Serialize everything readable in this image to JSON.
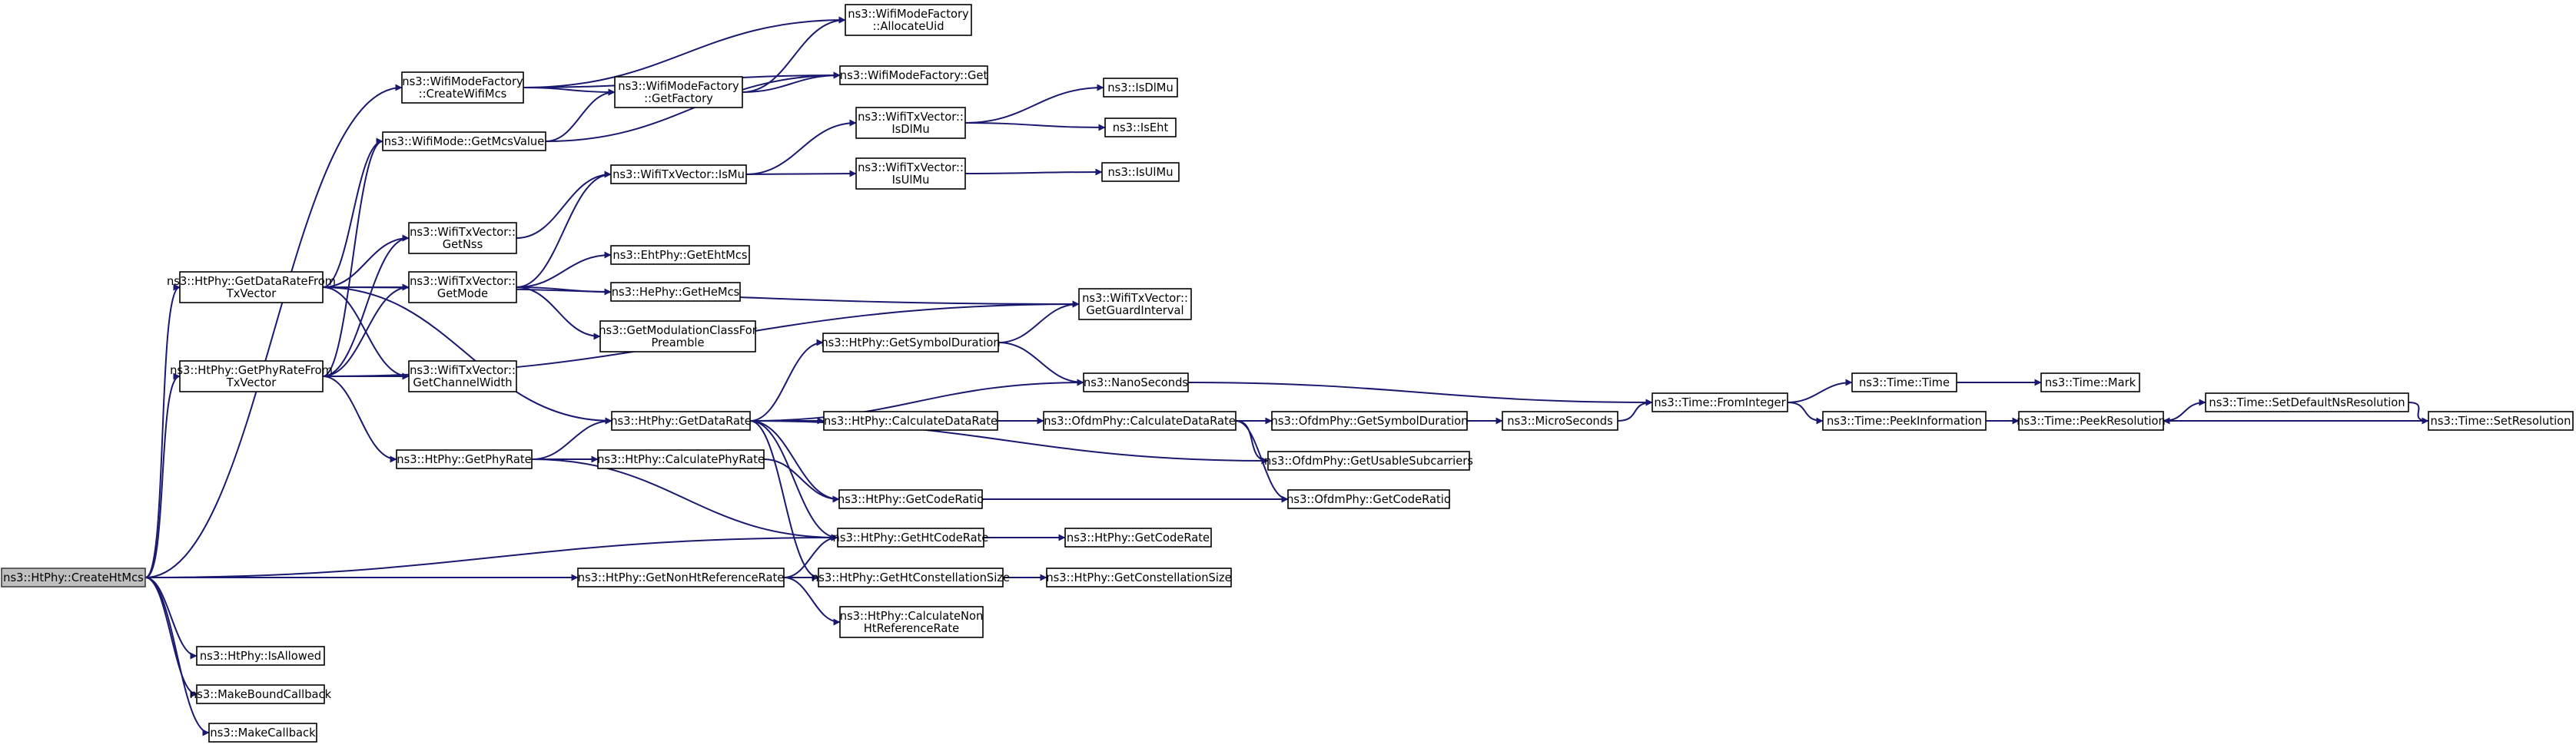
{
  "graph": {
    "title": "",
    "root_id": "createHtMcs",
    "colors": {
      "edge": "#191970",
      "root_fill": "#bfbfbf",
      "node_fill": "#ffffff",
      "node_border": "#000000"
    },
    "nodes": [
      {
        "id": "createHtMcs",
        "lines": [
          "ns3::HtPhy::CreateHtMcs"
        ]
      },
      {
        "id": "getDataRateFromTxVector",
        "lines": [
          "ns3::HtPhy::GetDataRateFrom",
          "TxVector"
        ]
      },
      {
        "id": "getPhyRateFromTxVector",
        "lines": [
          "ns3::HtPhy::GetPhyRateFrom",
          "TxVector"
        ]
      },
      {
        "id": "isAllowed",
        "lines": [
          "ns3::HtPhy::IsAllowed"
        ]
      },
      {
        "id": "makeBoundCallback",
        "lines": [
          "ns3::MakeBoundCallback"
        ]
      },
      {
        "id": "makeCallback",
        "lines": [
          "ns3::MakeCallback"
        ]
      },
      {
        "id": "createWifiMcs",
        "lines": [
          "ns3::WifiModeFactory",
          "::CreateWifiMcs"
        ]
      },
      {
        "id": "getMcsValue",
        "lines": [
          "ns3::WifiMode::GetMcsValue"
        ]
      },
      {
        "id": "getNss",
        "lines": [
          "ns3::WifiTxVector::",
          "GetNss"
        ]
      },
      {
        "id": "getMode",
        "lines": [
          "ns3::WifiTxVector::",
          "GetMode"
        ]
      },
      {
        "id": "getChannelWidth",
        "lines": [
          "ns3::WifiTxVector::",
          "GetChannelWidth"
        ]
      },
      {
        "id": "getPhyRate",
        "lines": [
          "ns3::HtPhy::GetPhyRate"
        ]
      },
      {
        "id": "allocateUid",
        "lines": [
          "ns3::WifiModeFactory",
          "::AllocateUid"
        ]
      },
      {
        "id": "factoryGet",
        "lines": [
          "ns3::WifiModeFactory::Get"
        ]
      },
      {
        "id": "getFactory",
        "lines": [
          "ns3::WifiModeFactory",
          "::GetFactory"
        ]
      },
      {
        "id": "isMu",
        "lines": [
          "ns3::WifiTxVector::IsMu"
        ]
      },
      {
        "id": "ehtGetEhtMcs",
        "lines": [
          "ns3::EhtPhy::GetEhtMcs"
        ]
      },
      {
        "id": "heGetHeMcs",
        "lines": [
          "ns3::HePhy::GetHeMcs"
        ]
      },
      {
        "id": "getModulationClass",
        "lines": [
          "ns3::GetModulationClassFor",
          "Preamble"
        ]
      },
      {
        "id": "getDataRate",
        "lines": [
          "ns3::HtPhy::GetDataRate"
        ]
      },
      {
        "id": "calculatePhyRate",
        "lines": [
          "ns3::HtPhy::CalculatePhyRate"
        ]
      },
      {
        "id": "getNonHtReferenceRate",
        "lines": [
          "ns3::HtPhy::GetNonHtReferenceRate"
        ]
      },
      {
        "id": "isDlMuVec",
        "lines": [
          "ns3::WifiTxVector::",
          "IsDlMu"
        ]
      },
      {
        "id": "isUlMuVec",
        "lines": [
          "ns3::WifiTxVector::",
          "IsUlMu"
        ]
      },
      {
        "id": "getSymbolDuration",
        "lines": [
          "ns3::HtPhy::GetSymbolDuration"
        ]
      },
      {
        "id": "htCalculateDataRate",
        "lines": [
          "ns3::HtPhy::CalculateDataRate"
        ]
      },
      {
        "id": "htGetCodeRatio",
        "lines": [
          "ns3::HtPhy::GetCodeRatio"
        ]
      },
      {
        "id": "getHtCodeRate",
        "lines": [
          "ns3::HtPhy::GetHtCodeRate"
        ]
      },
      {
        "id": "getHtConstellationSize",
        "lines": [
          "ns3::HtPhy::GetHtConstellationSize"
        ]
      },
      {
        "id": "calculateNonHtReferenceRate",
        "lines": [
          "ns3::HtPhy::CalculateNon",
          "HtReferenceRate"
        ]
      },
      {
        "id": "isDlMu",
        "lines": [
          "ns3::IsDlMu"
        ]
      },
      {
        "id": "isEht",
        "lines": [
          "ns3::IsEht"
        ]
      },
      {
        "id": "isUlMu",
        "lines": [
          "ns3::IsUlMu"
        ]
      },
      {
        "id": "getGuardInterval",
        "lines": [
          "ns3::WifiTxVector::",
          "GetGuardInterval"
        ]
      },
      {
        "id": "nanoSeconds",
        "lines": [
          "ns3::NanoSeconds"
        ]
      },
      {
        "id": "ofdmCalculateDataRate",
        "lines": [
          "ns3::OfdmPhy::CalculateDataRate"
        ]
      },
      {
        "id": "htGetCodeRate",
        "lines": [
          "ns3::HtPhy::GetCodeRate"
        ]
      },
      {
        "id": "htGetConstellationSize",
        "lines": [
          "ns3::HtPhy::GetConstellationSize"
        ]
      },
      {
        "id": "ofdmGetSymbolDuration",
        "lines": [
          "ns3::OfdmPhy::GetSymbolDuration"
        ]
      },
      {
        "id": "ofdmGetUsableSubcarriers",
        "lines": [
          "ns3::OfdmPhy::GetUsableSubcarriers"
        ]
      },
      {
        "id": "ofdmGetCodeRatio",
        "lines": [
          "ns3::OfdmPhy::GetCodeRatio"
        ]
      },
      {
        "id": "microSeconds",
        "lines": [
          "ns3::MicroSeconds"
        ]
      },
      {
        "id": "fromInteger",
        "lines": [
          "ns3::Time::FromInteger"
        ]
      },
      {
        "id": "timeTime",
        "lines": [
          "ns3::Time::Time"
        ]
      },
      {
        "id": "peekInformation",
        "lines": [
          "ns3::Time::PeekInformation"
        ]
      },
      {
        "id": "timeMark",
        "lines": [
          "ns3::Time::Mark"
        ]
      },
      {
        "id": "peekResolution",
        "lines": [
          "ns3::Time::PeekResolution"
        ]
      },
      {
        "id": "setDefaultNsResolution",
        "lines": [
          "ns3::Time::SetDefaultNsResolution"
        ]
      },
      {
        "id": "setResolution",
        "lines": [
          "ns3::Time::SetResolution"
        ]
      }
    ],
    "edges": [
      [
        "createHtMcs",
        "createWifiMcs"
      ],
      [
        "createHtMcs",
        "getDataRateFromTxVector"
      ],
      [
        "createHtMcs",
        "getPhyRateFromTxVector"
      ],
      [
        "createHtMcs",
        "getHtCodeRate"
      ],
      [
        "createHtMcs",
        "getNonHtReferenceRate"
      ],
      [
        "createHtMcs",
        "getHtConstellationSize"
      ],
      [
        "createHtMcs",
        "isAllowed"
      ],
      [
        "createHtMcs",
        "makeBoundCallback"
      ],
      [
        "createHtMcs",
        "makeCallback"
      ],
      [
        "createWifiMcs",
        "allocateUid"
      ],
      [
        "createWifiMcs",
        "factoryGet"
      ],
      [
        "createWifiMcs",
        "getFactory"
      ],
      [
        "getFactory",
        "allocateUid"
      ],
      [
        "getFactory",
        "factoryGet"
      ],
      [
        "getMcsValue",
        "getFactory"
      ],
      [
        "getMcsValue",
        "factoryGet"
      ],
      [
        "getDataRateFromTxVector",
        "getMcsValue"
      ],
      [
        "getDataRateFromTxVector",
        "getNss"
      ],
      [
        "getDataRateFromTxVector",
        "getMode"
      ],
      [
        "getDataRateFromTxVector",
        "getChannelWidth"
      ],
      [
        "getDataRateFromTxVector",
        "getGuardInterval"
      ],
      [
        "getDataRateFromTxVector",
        "getDataRate"
      ],
      [
        "getPhyRateFromTxVector",
        "getMcsValue"
      ],
      [
        "getPhyRateFromTxVector",
        "getNss"
      ],
      [
        "getPhyRateFromTxVector",
        "getMode"
      ],
      [
        "getPhyRateFromTxVector",
        "getChannelWidth"
      ],
      [
        "getPhyRateFromTxVector",
        "getGuardInterval"
      ],
      [
        "getPhyRateFromTxVector",
        "getPhyRate"
      ],
      [
        "getNss",
        "isMu"
      ],
      [
        "getMode",
        "isMu"
      ],
      [
        "getMode",
        "ehtGetEhtMcs"
      ],
      [
        "getMode",
        "heGetHeMcs"
      ],
      [
        "getMode",
        "getModulationClass"
      ],
      [
        "isMu",
        "isDlMuVec"
      ],
      [
        "isMu",
        "isUlMuVec"
      ],
      [
        "isDlMuVec",
        "isDlMu"
      ],
      [
        "isDlMuVec",
        "isEht"
      ],
      [
        "isUlMuVec",
        "isUlMu"
      ],
      [
        "getPhyRate",
        "getDataRate"
      ],
      [
        "getPhyRate",
        "calculatePhyRate"
      ],
      [
        "getPhyRate",
        "getHtCodeRate"
      ],
      [
        "calculatePhyRate",
        "htGetCodeRatio"
      ],
      [
        "getDataRate",
        "getSymbolDuration"
      ],
      [
        "getDataRate",
        "nanoSeconds"
      ],
      [
        "getDataRate",
        "htCalculateDataRate"
      ],
      [
        "getDataRate",
        "ofdmGetUsableSubcarriers"
      ],
      [
        "getDataRate",
        "htGetCodeRatio"
      ],
      [
        "getDataRate",
        "getHtCodeRate"
      ],
      [
        "getDataRate",
        "getHtConstellationSize"
      ],
      [
        "getSymbolDuration",
        "getGuardInterval"
      ],
      [
        "getSymbolDuration",
        "nanoSeconds"
      ],
      [
        "nanoSeconds",
        "fromInteger"
      ],
      [
        "htCalculateDataRate",
        "ofdmCalculateDataRate"
      ],
      [
        "ofdmCalculateDataRate",
        "ofdmGetSymbolDuration"
      ],
      [
        "ofdmCalculateDataRate",
        "ofdmGetUsableSubcarriers"
      ],
      [
        "ofdmCalculateDataRate",
        "ofdmGetCodeRatio"
      ],
      [
        "htGetCodeRatio",
        "ofdmGetCodeRatio"
      ],
      [
        "ofdmGetSymbolDuration",
        "microSeconds"
      ],
      [
        "microSeconds",
        "fromInteger"
      ],
      [
        "fromInteger",
        "timeTime"
      ],
      [
        "fromInteger",
        "peekInformation"
      ],
      [
        "timeTime",
        "timeMark"
      ],
      [
        "peekInformation",
        "peekResolution"
      ],
      [
        "peekResolution",
        "setDefaultNsResolution"
      ],
      [
        "setDefaultNsResolution",
        "setResolution"
      ],
      [
        "setResolution",
        "peekResolution"
      ],
      [
        "getHtCodeRate",
        "htGetCodeRate"
      ],
      [
        "getHtConstellationSize",
        "htGetConstellationSize"
      ],
      [
        "getNonHtReferenceRate",
        "getHtCodeRate"
      ],
      [
        "getNonHtReferenceRate",
        "getHtConstellationSize"
      ],
      [
        "getNonHtReferenceRate",
        "calculateNonHtReferenceRate"
      ]
    ]
  }
}
